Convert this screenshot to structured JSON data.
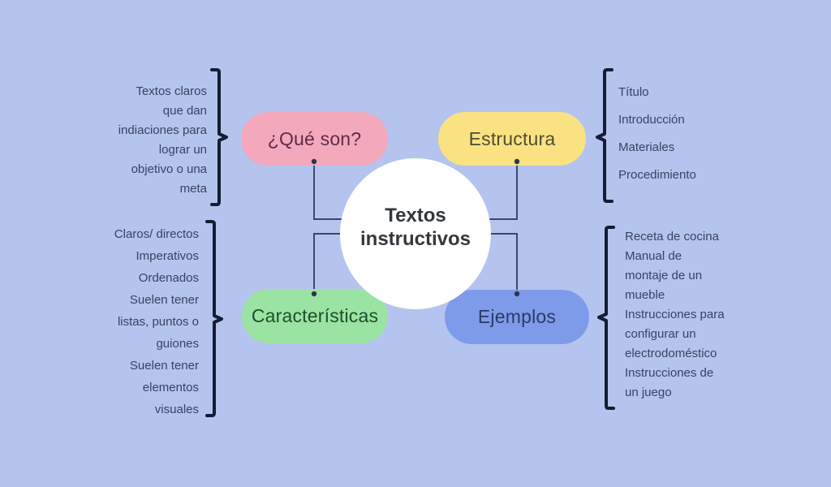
{
  "canvas": {
    "background": "#b5c3ef"
  },
  "center": {
    "title_line1": "Textos",
    "title_line2": "instructivos",
    "text_color": "#33383d",
    "circle_color": "#ffffff"
  },
  "nodes": {
    "que_son": {
      "label": "¿Qué son?",
      "pill_color": "#f3a8bc",
      "text_color": "#5f2b49"
    },
    "estructura": {
      "label": "Estructura",
      "pill_color": "#fae282",
      "text_color": "#4f4c30"
    },
    "caracteristicas": {
      "label": "Características",
      "pill_color": "#9be3a2",
      "text_color": "#1d4f2c"
    },
    "ejemplos": {
      "label": "Ejemplos",
      "pill_color": "#7e9bea",
      "text_color": "#2c3a63"
    }
  },
  "annotations": {
    "que_son_lines": [
      "Textos claros",
      "que dan",
      "indiaciones para",
      "lograr un",
      "objetivo o una",
      "meta"
    ],
    "estructura_lines": [
      "Título",
      "Introducción",
      "Materiales",
      "Procedimiento"
    ],
    "caracteristicas_lines": [
      "Claros/ directos",
      "Imperativos",
      "Ordenados",
      "Suelen tener",
      "listas, puntos o",
      "guiones",
      "Suelen tener",
      "elementos",
      "visuales"
    ],
    "ejemplos_lines": [
      "Receta de cocina",
      "Manual de",
      "montaje de un",
      "mueble",
      "Instrucciones para",
      "configurar un",
      "electrodoméstico",
      "Instrucciones de",
      "un juego"
    ]
  },
  "colors": {
    "annotation_text": "#3a4262",
    "bracket": "#141d33",
    "connector": "#2c3550",
    "dot": "#2c3550"
  }
}
